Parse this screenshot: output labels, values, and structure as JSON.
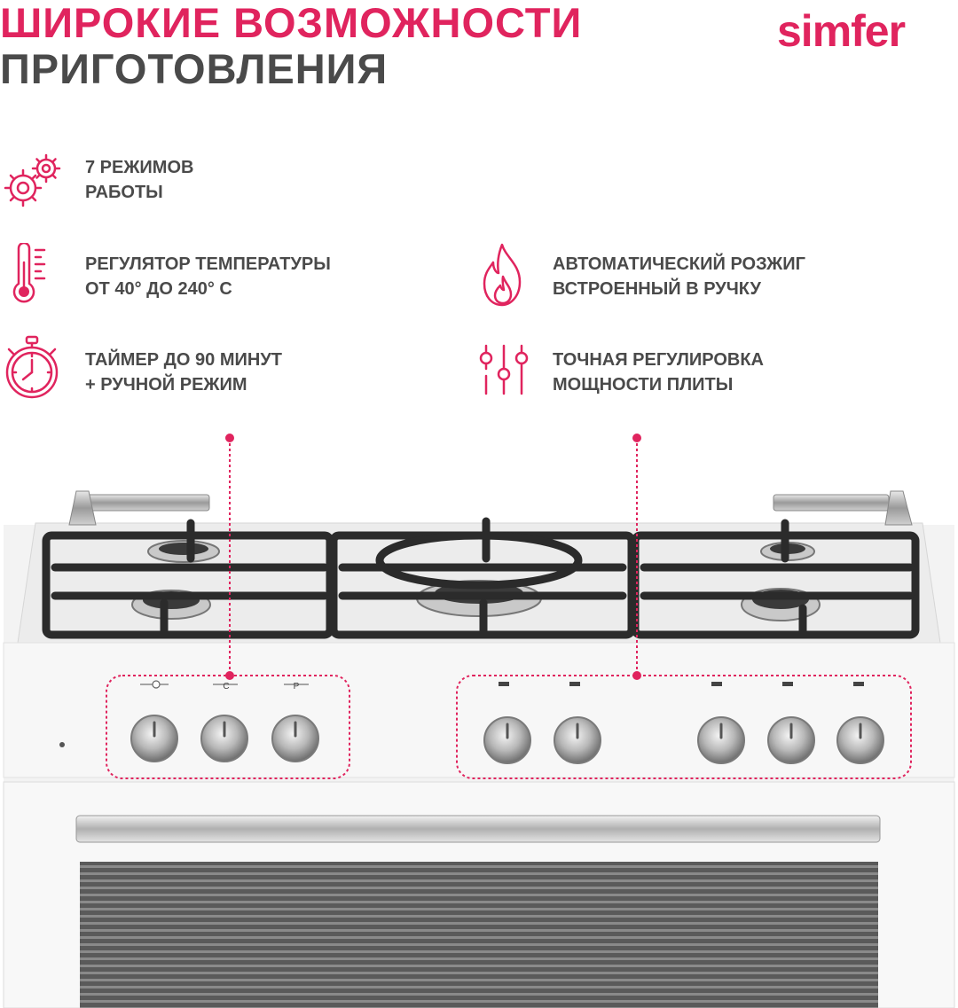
{
  "header": {
    "title_line1": "ШИРОКИЕ ВОЗМОЖНОСТИ",
    "title_line2": "ПРИГОТОВЛЕНИЯ",
    "brand": "simfer"
  },
  "features": [
    {
      "icon": "gears-icon",
      "line1": "7 РЕЖИМОВ",
      "line2": "РАБОТЫ"
    },
    {
      "icon": "thermometer-icon",
      "line1": "РЕГУЛЯТОР ТЕМПЕРАТУРЫ",
      "line2": "ОТ 40° ДО 240° С"
    },
    {
      "icon": "stopwatch-icon",
      "line1": "ТАЙМЕР ДО 90 МИНУТ",
      "line2": "+ РУЧНОЙ РЕЖИМ"
    },
    {
      "icon": "flame-icon",
      "line1": "АВТОМАТИЧЕСКИЙ РОЗЖИГ",
      "line2": "ВСТРОЕННЫЙ В РУЧКУ"
    },
    {
      "icon": "sliders-icon",
      "line1": "ТОЧНАЯ РЕГУЛИРОВКА",
      "line2": "МОЩНОСТИ ПЛИТЫ"
    }
  ],
  "panel_labels": {
    "oven_mode": "C",
    "oven_power": "P"
  },
  "colors": {
    "accent": "#E0245E",
    "text": "#4a4a4a"
  }
}
